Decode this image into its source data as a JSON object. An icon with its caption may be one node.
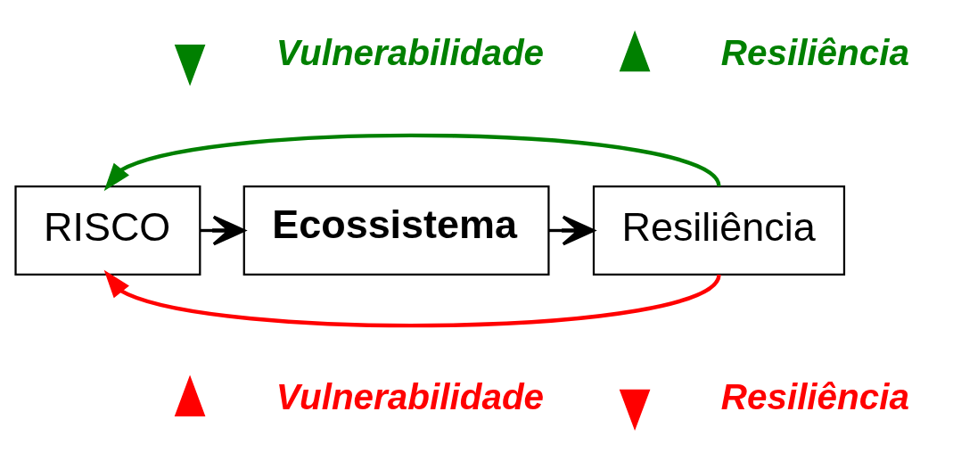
{
  "diagram": {
    "nodes": [
      {
        "text": [
          "RISCO"
        ]
      },
      {
        "text": [
          "Ecossistema"
        ]
      },
      {
        "text": [
          "Resiliência"
        ]
      },
      {
        "text": [],
        "shape": "downarrow",
        "beside": [
          "Vulnerabilidade"
        ]
      },
      {
        "text": [],
        "shape": "uparrow",
        "beside": [
          "Resiliência"
        ]
      },
      {
        "text": [],
        "shape": "uparrow",
        "beside": [
          "Vulnerabilidade"
        ]
      },
      {
        "text": [],
        "shape": "downarrow",
        "beside": [
          "Resiliência"
        ]
      }
    ],
    "edges": [
      {
        "from": 0,
        "to": 1,
        "arrow": "to"
      },
      {
        "from": 1,
        "to": 2,
        "arrow": "to"
      },
      {
        "from": 2,
        "to": 0,
        "arrow": "to",
        "color": "#008000"
      },
      {
        "from": 2,
        "to": 0,
        "arrow": "to",
        "color": "#ff0000"
      }
    ]
  }
}
